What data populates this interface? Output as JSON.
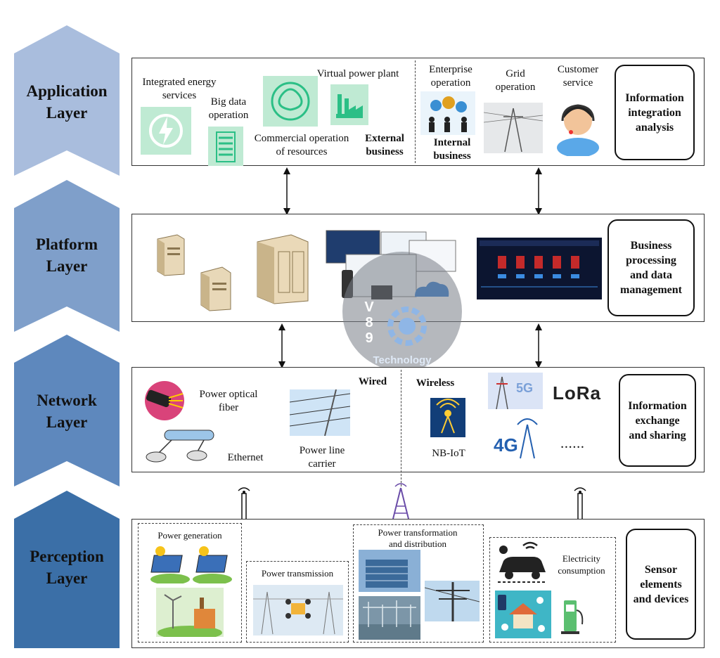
{
  "layers": {
    "application": {
      "name": "Application\nLayer",
      "summary": "Information\nintegration\nanalysis",
      "items": {
        "integrated_energy": "Integrated energy\nservices",
        "big_data": "Big data\noperation",
        "virtual_power_plant": "Virtual power plant",
        "commercial_operation": "Commercial operation\nof resources",
        "external_business": "External\nbusiness",
        "enterprise_operation": "Enterprise\noperation",
        "internal_business": "Internal\nbusiness",
        "grid_operation": "Grid\noperation",
        "customer_service": "Customer\nservice"
      }
    },
    "platform": {
      "name": "Platform\nLayer",
      "summary": "Business\nprocessing\nand data\nmanagement"
    },
    "network": {
      "name": "Network\nLayer",
      "summary": "Information\nexchange\nand sharing",
      "items": {
        "power_optical_fiber": "Power optical\nfiber",
        "ethernet": "Ethernet",
        "power_line_carrier": "Power line\ncarrier",
        "wired": "Wired",
        "wireless": "Wireless",
        "nb_iot": "NB-IoT",
        "five_g": "5G",
        "lora": "LoRa",
        "four_g": "4G",
        "more": "......"
      }
    },
    "perception": {
      "name": "Perception\nLayer",
      "summary": "Sensor\nelements\nand devices",
      "items": {
        "power_generation": "Power generation",
        "power_transmission": "Power transmission",
        "power_transformation": "Power transformation\nand distribution",
        "electricity_consumption": "Electricity\nconsumption"
      }
    }
  },
  "watermark": {
    "letters": "V\n8\n9",
    "text": "Technology"
  },
  "colors": {
    "application_arrow": "#a9bddd",
    "platform_arrow": "#7f9fca",
    "network_arrow": "#5e88bd",
    "perception_arrow": "#3b6fa7",
    "icon_green": "#bfead3",
    "icon_green_dark": "#2bbf86"
  }
}
